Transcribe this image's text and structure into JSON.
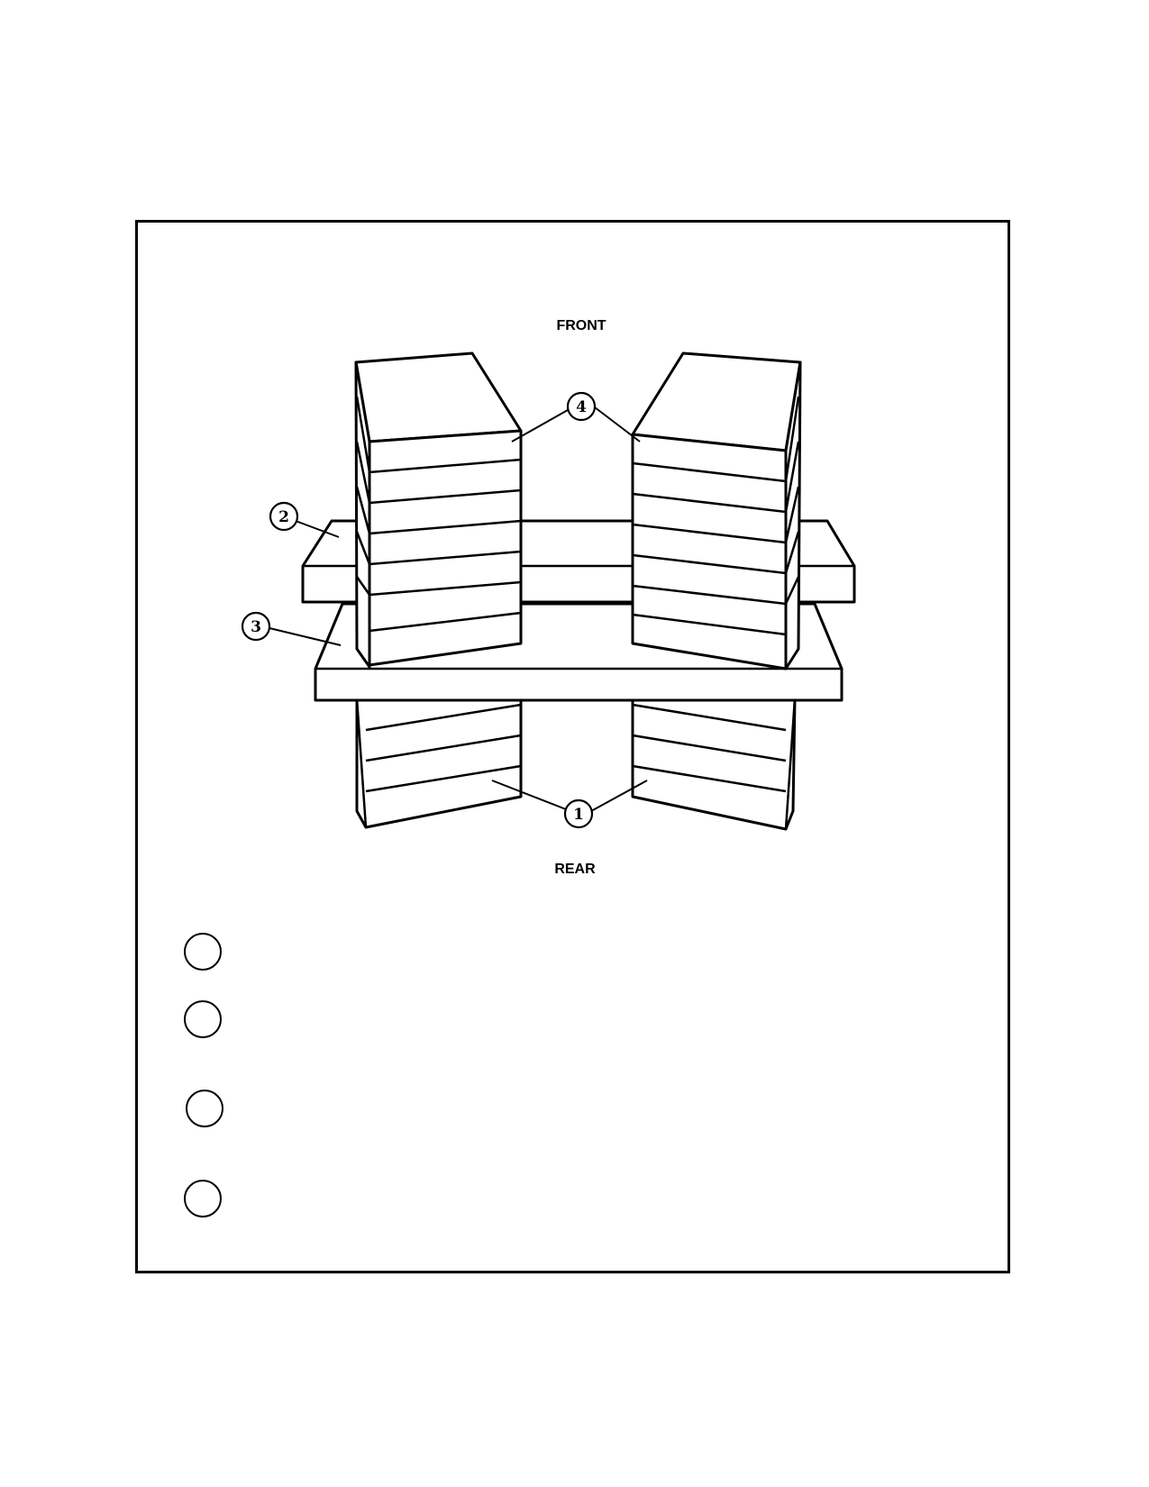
{
  "labels": {
    "front": "FRONT",
    "rear": "REAR"
  },
  "callouts": {
    "c1": "1",
    "c2": "2",
    "c3": "3",
    "c4": "4"
  },
  "legend": {
    "items": [
      "",
      "",
      "",
      ""
    ]
  }
}
